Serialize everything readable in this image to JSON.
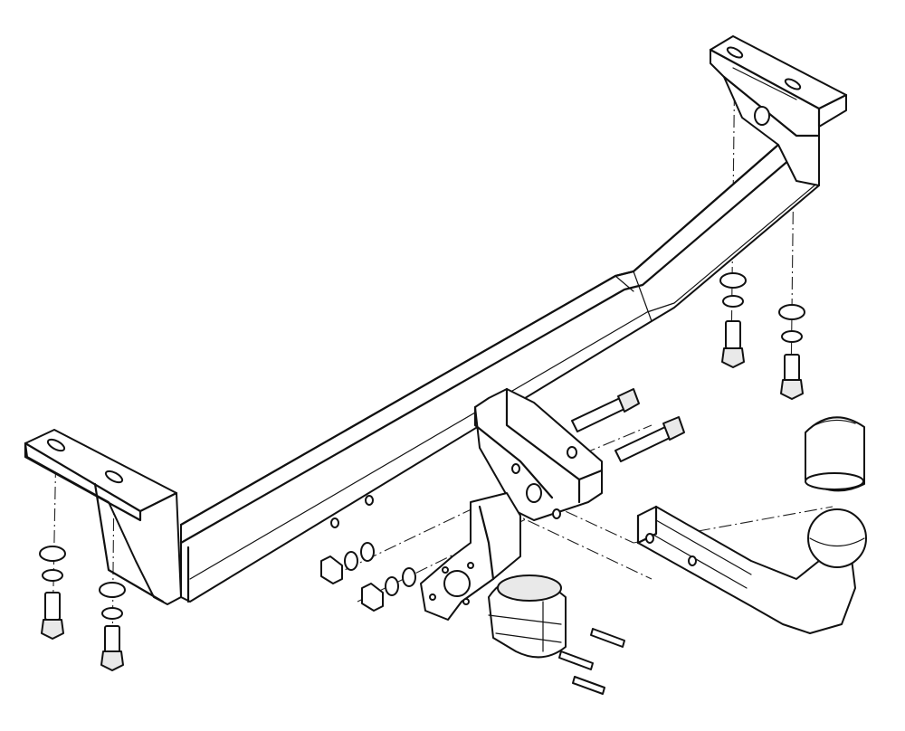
{
  "diagram": {
    "title": "",
    "labels": [],
    "colors": {
      "line": "#111111",
      "background": "#ffffff",
      "shade": "#e9e9e9"
    },
    "parts": [
      "crossbar-beam",
      "right-mounting-bracket",
      "left-mounting-bracket",
      "center-mounting-plate",
      "tow-ball-neck",
      "ball-cover-cap",
      "socket-bracket",
      "electrical-socket",
      "hex-bolts",
      "washers",
      "hex-nuts"
    ]
  }
}
